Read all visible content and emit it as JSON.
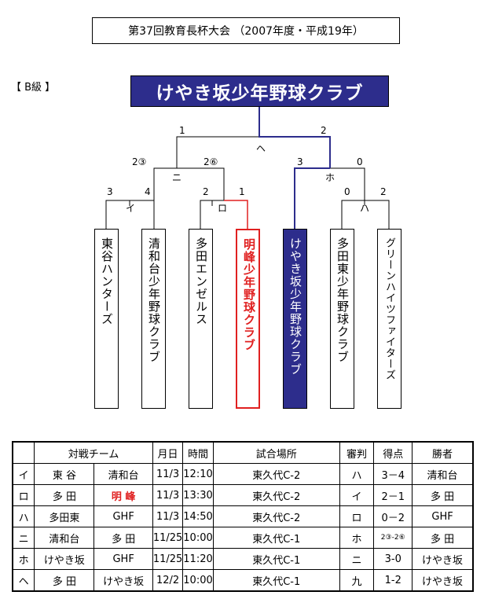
{
  "title": "第37回教育長杯大会 （2007年度・平成19年）",
  "class_label": "【 B級 】",
  "champion": "けやき坂少年野球クラブ",
  "matches": {
    "he": {
      "label": "ヘ",
      "left": "1",
      "right": "2"
    },
    "ni": {
      "label": "ニ",
      "left": "2③",
      "right": "2⑥"
    },
    "ho": {
      "label": "ホ",
      "left": "3",
      "right": "0"
    },
    "i": {
      "label": "イ",
      "left": "3",
      "right": "4"
    },
    "ro": {
      "label": "ロ",
      "left": "2",
      "right": "1"
    },
    "ha": {
      "label": "ハ",
      "left": "0",
      "right": "2"
    }
  },
  "teams": [
    "東谷ハンターズ",
    "清和台少年野球クラブ",
    "多田エンゼルス",
    "明峰少年野球クラブ",
    "けやき坂少年野球クラブ",
    "多田東少年野球クラブ",
    "グリーンハイツファイターズ"
  ],
  "schedule": {
    "headers": [
      "",
      "対戦チーム",
      "月日",
      "時間",
      "試合場所",
      "審判",
      "得点",
      "勝者"
    ],
    "rows": [
      {
        "id": "イ",
        "team1": "東 谷",
        "team2": "清和台",
        "date": "11/3",
        "time": "12:10",
        "place": "東久代C-2",
        "umpire": "ハ",
        "score": "3－4",
        "winner": "清和台"
      },
      {
        "id": "ロ",
        "team1": "多 田",
        "team2": "明 峰",
        "date": "11/3",
        "time": "13:30",
        "place": "東久代C-2",
        "umpire": "イ",
        "score": "2－1",
        "winner": "多 田"
      },
      {
        "id": "ハ",
        "team1": "多田東",
        "team2": "GHF",
        "date": "11/3",
        "time": "14:50",
        "place": "東久代C-2",
        "umpire": "ロ",
        "score": "0－2",
        "winner": "GHF"
      },
      {
        "id": "ニ",
        "team1": "清和台",
        "team2": "多 田",
        "date": "11/25",
        "time": "10:00",
        "place": "東久代C-1",
        "umpire": "ホ",
        "score": "2③-2⑥",
        "winner": "多 田"
      },
      {
        "id": "ホ",
        "team1": "けやき坂",
        "team2": "GHF",
        "date": "11/25",
        "time": "11:20",
        "place": "東久代C-1",
        "umpire": "ニ",
        "score": "3-0",
        "winner": "けやき坂"
      },
      {
        "id": "ヘ",
        "team1": "多 田",
        "team2": "けやき坂",
        "date": "12/2",
        "time": "10:00",
        "place": "東久代C-1",
        "umpire": "九",
        "score": "1-2",
        "winner": "けやき坂"
      }
    ]
  },
  "colors": {
    "winner_path": "#2d2d8c",
    "highlight": "#e02020"
  }
}
